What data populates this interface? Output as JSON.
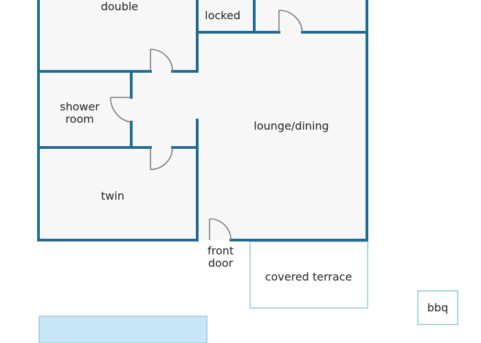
{
  "rooms": {
    "double": "double",
    "locked": "locked",
    "shower_line1": "shower",
    "shower_line2": "room",
    "lounge": "lounge/dining",
    "twin": "twin",
    "front_door_line1": "front",
    "front_door_line2": "door",
    "terrace": "covered terrace",
    "bbq": "bbq"
  },
  "colors": {
    "wall": "#1f6a93",
    "floor": "#f7f7f7",
    "outline_light": "#a9d3e8",
    "pool": "#c7e6f6",
    "door": "#7a7a7a",
    "text": "#222222"
  }
}
